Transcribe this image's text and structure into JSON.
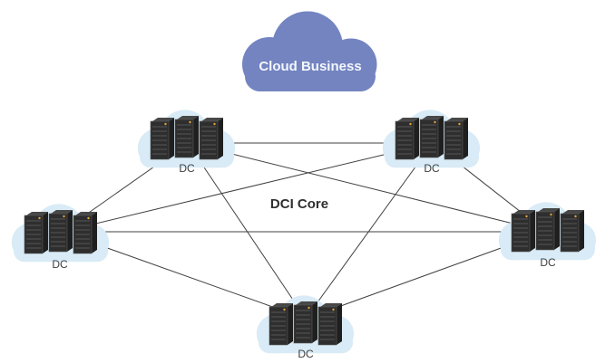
{
  "diagram": {
    "business_cloud": {
      "label": "Cloud Business"
    },
    "core_label": "DCI Core",
    "nodes": [
      {
        "id": "dc-top-left",
        "label": "DC"
      },
      {
        "id": "dc-top-right",
        "label": "DC"
      },
      {
        "id": "dc-left",
        "label": "DC"
      },
      {
        "id": "dc-right",
        "label": "DC"
      },
      {
        "id": "dc-bottom",
        "label": "DC"
      }
    ],
    "colors": {
      "business_cloud": "#7384c1",
      "dc_cloud": "#d8ebf6",
      "link_line": "#404040",
      "label_text": "#3f3f3f"
    }
  }
}
